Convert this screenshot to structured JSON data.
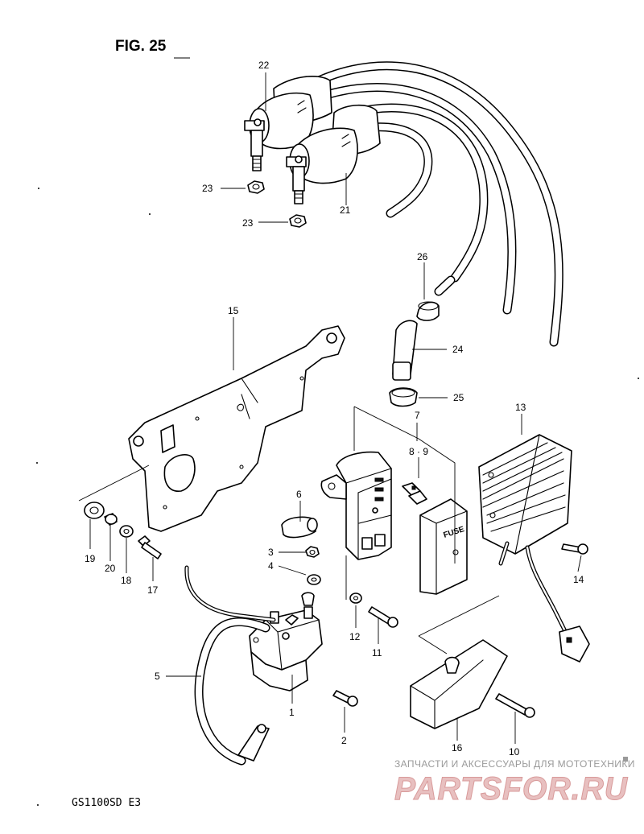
{
  "figure": {
    "title": "FIG. 25",
    "model": "GS1100SD  E3"
  },
  "callouts": {
    "c1": "1",
    "c2": "2",
    "c3": "3",
    "c4": "4",
    "c5": "5",
    "c6": "6",
    "c7": "7",
    "c8_9": "8 · 9",
    "c10": "10",
    "c11": "11",
    "c12": "12",
    "c13": "13",
    "c14": "14",
    "c15": "15",
    "c16": "16",
    "c17": "17",
    "c18": "18",
    "c19": "19",
    "c20": "20",
    "c21": "21",
    "c22": "22",
    "c23a": "23",
    "c23b": "23",
    "c24": "24",
    "c25": "25",
    "c26": "26"
  },
  "fuse_cover_label": "FUSE",
  "watermark": {
    "tagline": "ЗАПЧАСТИ И АКСЕССУАРЫ ДЛЯ МОТОТЕХНИКИ",
    "logo": "PARTSFOR.RU"
  }
}
